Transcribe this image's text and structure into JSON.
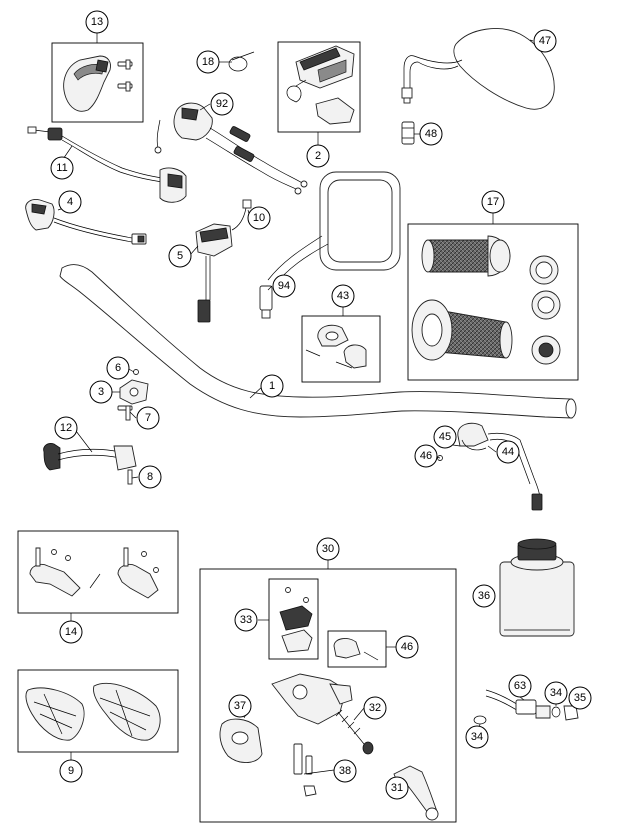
{
  "colors": {
    "line": "#000000",
    "part_fill": "#f2f2f2",
    "dark_fill": "#3a3a3a",
    "background": "#ffffff"
  },
  "callouts": [
    {
      "id": "c1",
      "label": "1"
    },
    {
      "id": "c2",
      "label": "2"
    },
    {
      "id": "c3",
      "label": "3"
    },
    {
      "id": "c4",
      "label": "4"
    },
    {
      "id": "c5",
      "label": "5"
    },
    {
      "id": "c6",
      "label": "6"
    },
    {
      "id": "c7",
      "label": "7"
    },
    {
      "id": "c8",
      "label": "8"
    },
    {
      "id": "c9",
      "label": "9"
    },
    {
      "id": "c10",
      "label": "10"
    },
    {
      "id": "c11",
      "label": "11"
    },
    {
      "id": "c12",
      "label": "12"
    },
    {
      "id": "c13",
      "label": "13"
    },
    {
      "id": "c14",
      "label": "14"
    },
    {
      "id": "c17",
      "label": "17"
    },
    {
      "id": "c18",
      "label": "18"
    },
    {
      "id": "c30",
      "label": "30"
    },
    {
      "id": "c31",
      "label": "31"
    },
    {
      "id": "c32",
      "label": "32"
    },
    {
      "id": "c33",
      "label": "33"
    },
    {
      "id": "c34a",
      "label": "34"
    },
    {
      "id": "c34b",
      "label": "34"
    },
    {
      "id": "c35",
      "label": "35"
    },
    {
      "id": "c36",
      "label": "36"
    },
    {
      "id": "c37",
      "label": "37"
    },
    {
      "id": "c38",
      "label": "38"
    },
    {
      "id": "c43",
      "label": "43"
    },
    {
      "id": "c44",
      "label": "44"
    },
    {
      "id": "c45",
      "label": "45"
    },
    {
      "id": "c46a",
      "label": "46"
    },
    {
      "id": "c46b",
      "label": "46"
    },
    {
      "id": "c47",
      "label": "47"
    },
    {
      "id": "c48",
      "label": "48"
    },
    {
      "id": "c63",
      "label": "63"
    },
    {
      "id": "c92",
      "label": "92"
    },
    {
      "id": "c94",
      "label": "94"
    }
  ]
}
